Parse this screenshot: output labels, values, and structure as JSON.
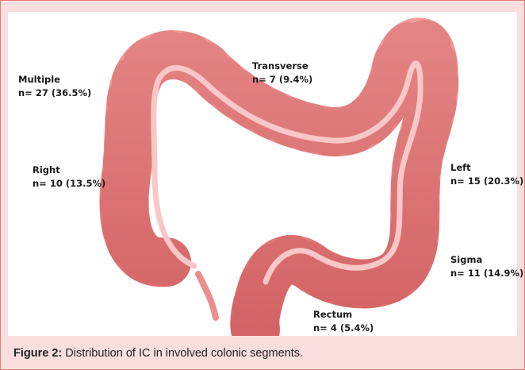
{
  "segments": {
    "multiple": {
      "name": "Multiple",
      "value": "n= 27 (36.5%)"
    },
    "transverse": {
      "name": "Transverse",
      "value": "n= 7 (9.4%)"
    },
    "right": {
      "name": "Right",
      "value": "n= 10 (13.5%)"
    },
    "left": {
      "name": "Left",
      "value": "n= 15 (20.3%)"
    },
    "sigma": {
      "name": "Sigma",
      "value": "n= 11 (14.9%)"
    },
    "rectum": {
      "name": "Rectum",
      "value": "n= 4 (5.4%)"
    }
  },
  "caption": {
    "label": "Figure 2:",
    "text": "Distribution of IC in involved colonic segments."
  },
  "colors": {
    "frame_border": "#e07a78",
    "frame_bg": "#f9dede",
    "colon_fill": "#e98585",
    "colon_dark": "#c95a5c",
    "taenia": "#f8c8c8"
  }
}
